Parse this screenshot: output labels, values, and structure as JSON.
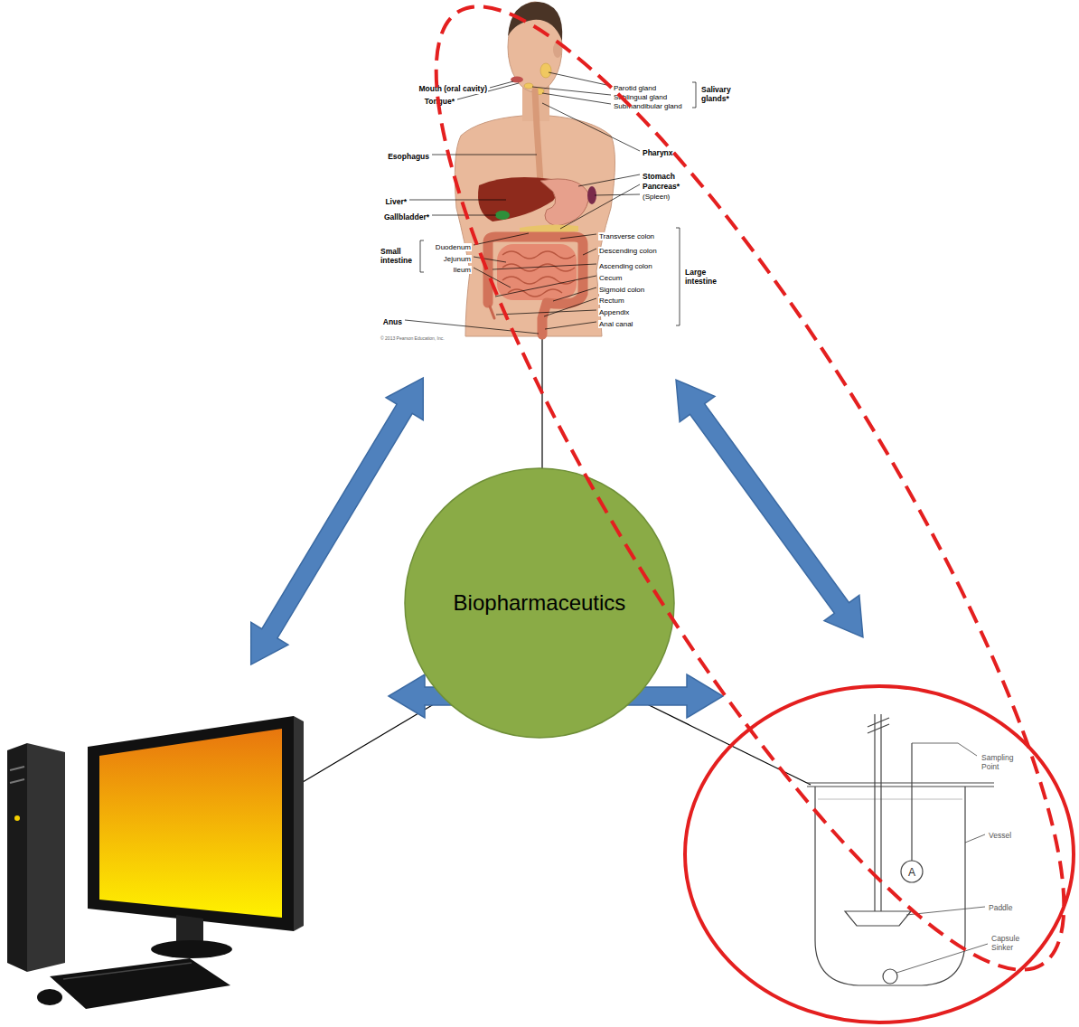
{
  "diagram": {
    "nodes": [
      {
        "text": [
          "Biopharmaceutics"
        ]
      }
    ],
    "labels": [
      "Mouth (oral cavity)",
      "Parotid gland",
      "Sublingual gland",
      "Salivary glands*",
      "Tongue*",
      "Submandibular gland",
      "Pharynx",
      "Esophagus",
      "Stomach",
      "Pancreas*",
      "(Spleen)",
      "Liver*",
      "Gallbladder*",
      "Transverse colon",
      "Duodenum",
      "Descending colon",
      "Small intestine",
      "Jejunum",
      "Ascending colon",
      "Ileum",
      "Cecum",
      "Large intestine",
      "Sigmoid colon",
      "Rectum",
      "Appendix",
      "Anus",
      "Anal canal",
      "© 2013 Pearson Education, Inc.",
      "Sampling Point",
      "Vessel",
      "A",
      "Paddle",
      "Capsule Sinker"
    ]
  }
}
